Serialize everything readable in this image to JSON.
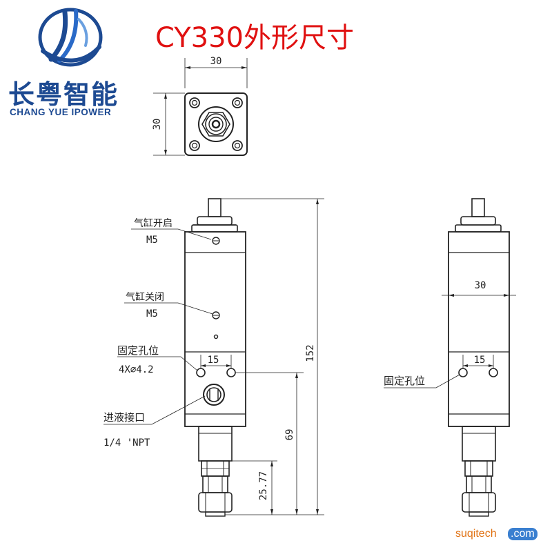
{
  "brand": {
    "name_cn": "长粤智能",
    "name_en": "CHANG YUE IPOWER",
    "logo_icon": "swoosh-globe-logo",
    "color": "#1d4a92"
  },
  "title": "CY330外形尺寸",
  "title_color": "#e01010",
  "top_view": {
    "width_dim": "30",
    "height_dim": "30"
  },
  "front_view": {
    "callouts": {
      "cylinder_open": "气缸开启",
      "cylinder_open_thread": "M5",
      "cylinder_close": "气缸关闭",
      "cylinder_close_thread": "M5",
      "mount_holes": "固定孔位",
      "mount_holes_spec": "4X∅4.2",
      "fluid_inlet": "进液接口",
      "fluid_inlet_thread": "1/4 'NPT"
    },
    "dims": {
      "hole_spacing": "15",
      "total_height": "152",
      "mount_height": "69",
      "fitting_height": "25.77"
    }
  },
  "side_view": {
    "callouts": {
      "mount_holes": "固定孔位"
    },
    "dims": {
      "width": "30",
      "hole_spacing": "15"
    }
  },
  "watermark": {
    "left": "suqitech",
    "right": ".com"
  }
}
